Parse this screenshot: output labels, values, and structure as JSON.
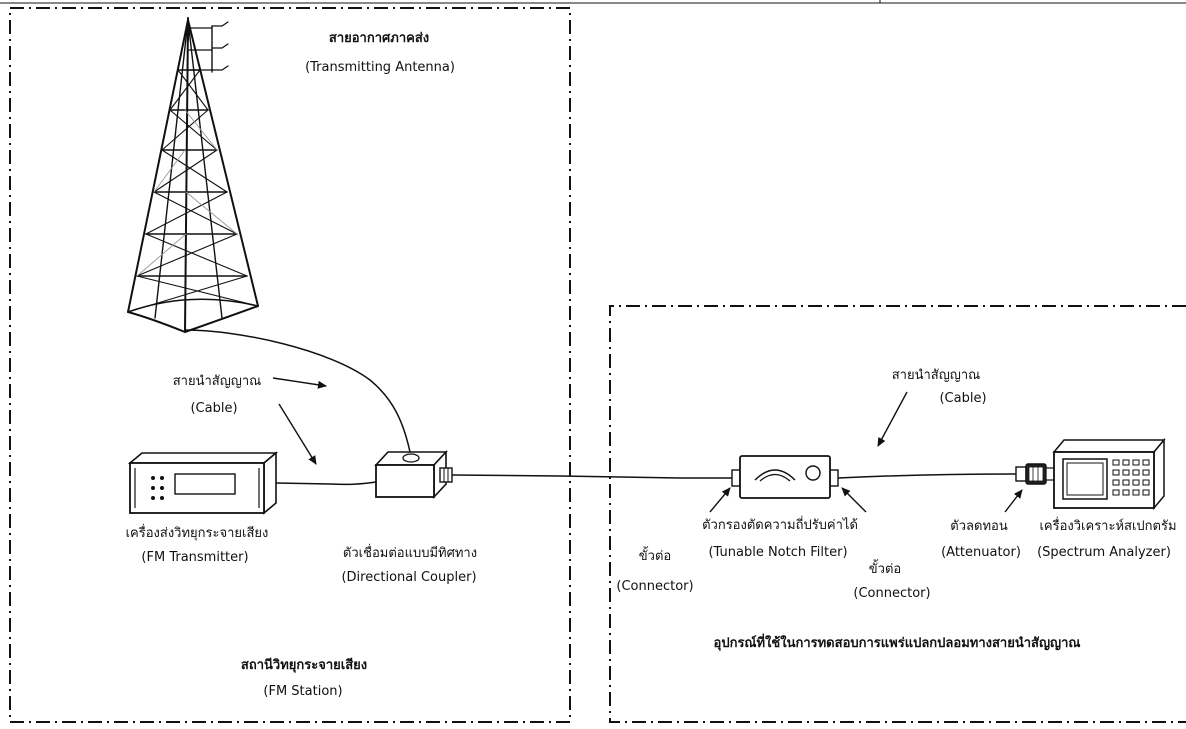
{
  "station": {
    "title_th": "สถานีวิทยุกระจายเสียง",
    "title_en": "(FM Station)"
  },
  "antenna": {
    "label_th": "สายอากาศภาคส่ง",
    "label_en": "(Transmitting Antenna)"
  },
  "cable_left": {
    "label_th": "สายนำสัญญาณ",
    "label_en": "(Cable)"
  },
  "transmitter": {
    "label_th": "เครื่องส่งวิทยุกระจายเสียง",
    "label_en": "(FM Transmitter)"
  },
  "coupler": {
    "label_th": "ตัวเชื่อมต่อแบบมีทิศทาง",
    "label_en": "(Directional Coupler)"
  },
  "test_equipment": {
    "title_th": "อุปกรณ์ที่ใช้ในการทดสอบการแพร่แปลกปลอมทางสายนำสัญญาณ"
  },
  "cable_right": {
    "label_th": "สายนำสัญญาณ",
    "label_en": "(Cable)"
  },
  "connector_left": {
    "label_th": "ขั้วต่อ",
    "label_en": "(Connector)"
  },
  "notch_filter": {
    "label_th": "ตัวกรองตัดความถี่ปรับค่าได้",
    "label_en": "(Tunable Notch Filter)"
  },
  "connector_right": {
    "label_th": "ขั้วต่อ",
    "label_en": "(Connector)"
  },
  "attenuator": {
    "label_th": "ตัวลดทอน",
    "label_en": "(Attenuator)"
  },
  "spectrum_analyzer": {
    "label_th": "เครื่องวิเคราะห์สเปกตรัม",
    "label_en": "(Spectrum Analyzer)"
  }
}
